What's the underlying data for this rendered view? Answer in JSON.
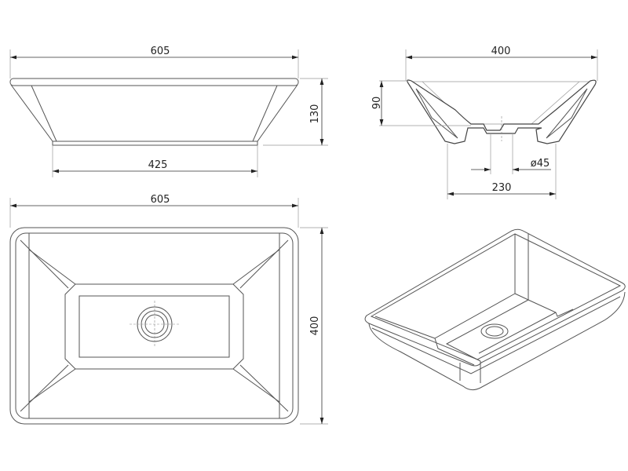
{
  "drawing": {
    "front_view": {
      "top_width": "605",
      "base_width": "425",
      "height": "130"
    },
    "top_view": {
      "width": "605",
      "depth": "400"
    },
    "section_view": {
      "width": "400",
      "depth": "90",
      "drain_diameter": "ø45",
      "base_width": "230"
    },
    "isometric_view": {}
  },
  "colors": {
    "line": "#555555",
    "background": "#ffffff"
  }
}
